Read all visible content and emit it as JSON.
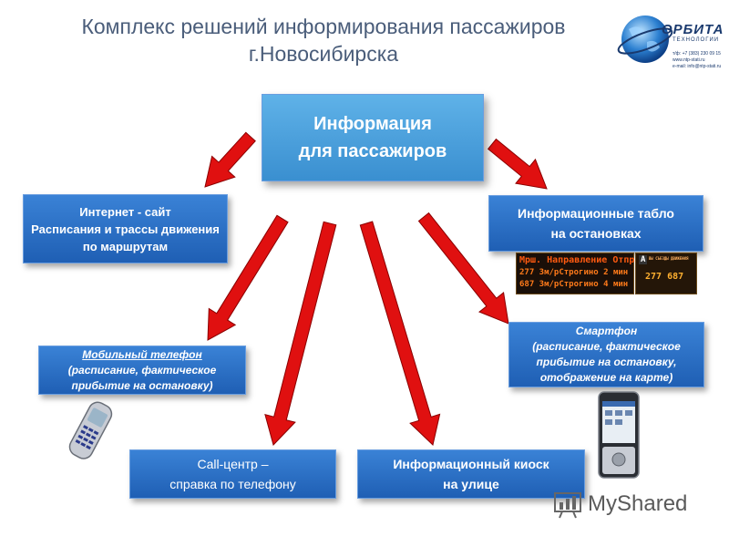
{
  "header": {
    "title_line1": "Комплекс решений информирования пассажиров",
    "title_line2": "г.Новосибирска"
  },
  "logo": {
    "name_line1": "ОРБИТА",
    "name_line2": "ТЕХНОЛОГИИ",
    "contact_phone": "т/ф: +7 (383) 230 09 15",
    "contact_web": "www.ntp-stati.ru",
    "contact_email": "e-mail: info@ntp-stati.ru"
  },
  "nodes": {
    "center": {
      "line1": "Информация",
      "line2": "для пассажиров"
    },
    "internet": {
      "line1": "Интернет - сайт",
      "line2": "Расписания и трассы движения",
      "line3": "по маршрутам"
    },
    "tablo": {
      "line1": "Информационные  табло",
      "line2": "на остановках"
    },
    "mobile": {
      "line1": "Мобильный телефон",
      "line2": "(расписание, фактическое",
      "line3": "прибытие на остановку)"
    },
    "smartphone": {
      "line1": "Смартфон",
      "line2": "(расписание, фактическое",
      "line3": "прибытие на остановку,",
      "line4": "отображение на карте)"
    },
    "callcenter": {
      "line1": "Call-центр –",
      "line2": "справка по телефону"
    },
    "kiosk": {
      "line1": "Информационный  киоск",
      "line2": "на улице"
    }
  },
  "led_board": {
    "header": "Мрш. Направление Отправ",
    "row1": "277 Зм/рСтрогино 2 мин",
    "row2": "687 Зм/рСтрогино 4 мин",
    "side_label": "А",
    "side_text": "ВЫ СЪЕЗДЫ ДВИЖЕНИЯ",
    "side_numbers": "277  687"
  },
  "watermark": {
    "text": "MyShared"
  },
  "colors": {
    "arrow_red": "#e01010",
    "box_blue": "#2a6fc6",
    "center_blue": "#4aa0dc",
    "title": "#4a5d7a"
  },
  "icons": [
    "globe-logo-icon",
    "mobile-phone-icon",
    "smartphone-icon",
    "myshared-logo-icon"
  ]
}
